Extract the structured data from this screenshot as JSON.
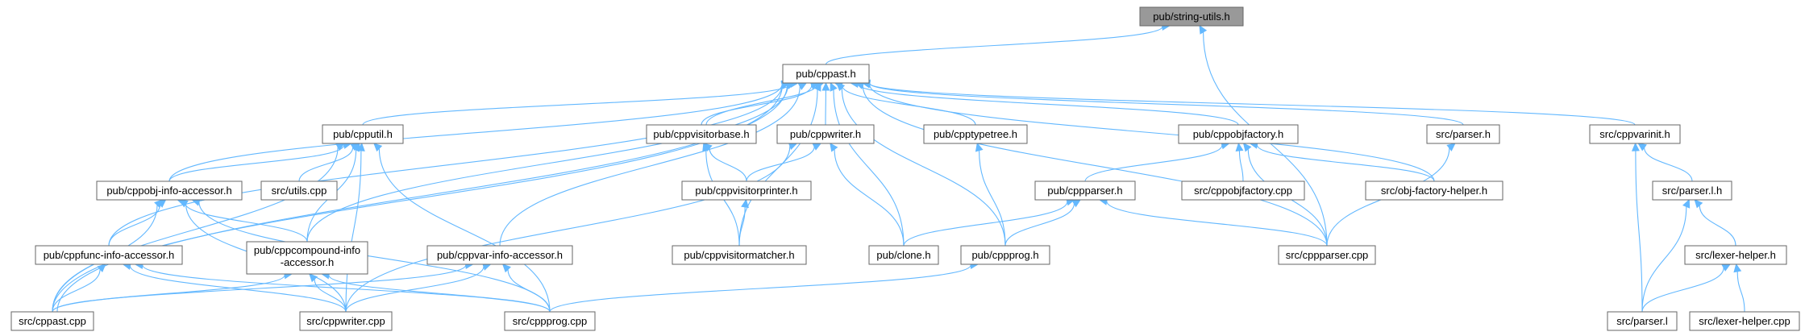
{
  "graph": {
    "nodes": [
      {
        "id": "string_utils",
        "label": "pub/string-utils.h",
        "root": true
      },
      {
        "id": "cppast_h",
        "label": "pub/cppast.h"
      },
      {
        "id": "cpputil",
        "label": "pub/cpputil.h"
      },
      {
        "id": "cppvisitorbase",
        "label": "pub/cppvisitorbase.h"
      },
      {
        "id": "cppwriter_h",
        "label": "pub/cppwriter.h"
      },
      {
        "id": "cpptypetree",
        "label": "pub/cpptypetree.h"
      },
      {
        "id": "cppobjfactory",
        "label": "pub/cppobjfactory.h"
      },
      {
        "id": "parser_h",
        "label": "src/parser.h"
      },
      {
        "id": "cppvarinit",
        "label": "src/cppvarinit.h"
      },
      {
        "id": "cppobj_info",
        "label": "pub/cppobj-info-accessor.h"
      },
      {
        "id": "utils_cpp",
        "label": "src/utils.cpp"
      },
      {
        "id": "cppvisitorprinter",
        "label": "pub/cppvisitorprinter.h"
      },
      {
        "id": "cppparser_h",
        "label": "pub/cppparser.h"
      },
      {
        "id": "cppobjfactory_cpp",
        "label": "src/cppobjfactory.cpp"
      },
      {
        "id": "obj_factory_helper",
        "label": "src/obj-factory-helper.h"
      },
      {
        "id": "parser_l_h",
        "label": "src/parser.l.h"
      },
      {
        "id": "cppfunc_info",
        "label": "pub/cppfunc-info-accessor.h"
      },
      {
        "id": "cppcompound_info",
        "label": "pub/cppcompound-info\n-accessor.h"
      },
      {
        "id": "cppvar_info",
        "label": "pub/cppvar-info-accessor.h"
      },
      {
        "id": "cppvisitormatcher",
        "label": "pub/cppvisitormatcher.h"
      },
      {
        "id": "clone_h",
        "label": "pub/clone.h"
      },
      {
        "id": "cppprog_h",
        "label": "pub/cppprog.h"
      },
      {
        "id": "cppparser_cpp",
        "label": "src/cppparser.cpp"
      },
      {
        "id": "lexer_helper_h",
        "label": "src/lexer-helper.h"
      },
      {
        "id": "cppast_cpp",
        "label": "src/cppast.cpp"
      },
      {
        "id": "cppwriter_cpp",
        "label": "src/cppwriter.cpp"
      },
      {
        "id": "cppprog_cpp",
        "label": "src/cppprog.cpp"
      },
      {
        "id": "parser_l",
        "label": "src/parser.l"
      },
      {
        "id": "lexer_helper_cpp",
        "label": "src/lexer-helper.cpp"
      }
    ],
    "edges": [
      [
        "cppast_h",
        "string_utils"
      ],
      [
        "cppparser_cpp",
        "string_utils"
      ],
      [
        "cpputil",
        "cppast_h"
      ],
      [
        "cppvisitorbase",
        "cppast_h"
      ],
      [
        "cppvisitorbase",
        "cppast_h"
      ],
      [
        "cppwriter_h",
        "cppast_h"
      ],
      [
        "cpptypetree",
        "cppast_h"
      ],
      [
        "cppobjfactory",
        "cppast_h"
      ],
      [
        "parser_h",
        "cppast_h"
      ],
      [
        "cppvarinit",
        "cppast_h"
      ],
      [
        "cppobj_info",
        "cppast_h"
      ],
      [
        "cppfunc_info",
        "cppast_h"
      ],
      [
        "cppcompound_info",
        "cppast_h"
      ],
      [
        "cppvar_info",
        "cppast_h"
      ],
      [
        "cppvisitormatcher",
        "cppast_h"
      ],
      [
        "clone_h",
        "cppast_h"
      ],
      [
        "cppprog_h",
        "cppast_h"
      ],
      [
        "cppparser_cpp",
        "cppast_h"
      ],
      [
        "obj_factory_helper",
        "cppast_h"
      ],
      [
        "cppast_cpp",
        "cppast_h"
      ],
      [
        "cppast_cpp",
        "cppast_h"
      ],
      [
        "cppobj_info",
        "cpputil"
      ],
      [
        "utils_cpp",
        "cpputil"
      ],
      [
        "cppcompound_info",
        "cpputil"
      ],
      [
        "cppast_cpp",
        "cpputil"
      ],
      [
        "cppwriter_cpp",
        "cpputil"
      ],
      [
        "cppprog_cpp",
        "cpputil"
      ],
      [
        "cppvisitorprinter",
        "cppvisitorbase"
      ],
      [
        "cppvisitormatcher",
        "cppvisitorbase"
      ],
      [
        "cppvisitorprinter",
        "cppwriter_h"
      ],
      [
        "clone_h",
        "cppwriter_h"
      ],
      [
        "cppwriter_cpp",
        "cppwriter_h"
      ],
      [
        "cppprog_h",
        "cpptypetree"
      ],
      [
        "cppparser_h",
        "cppobjfactory"
      ],
      [
        "cppobjfactory_cpp",
        "cppobjfactory"
      ],
      [
        "obj_factory_helper",
        "cppobjfactory"
      ],
      [
        "cppparser_cpp",
        "cppobjfactory"
      ],
      [
        "cppparser_cpp",
        "parser_h"
      ],
      [
        "parser_l_h",
        "cppvarinit"
      ],
      [
        "parser_l",
        "cppvarinit"
      ],
      [
        "cppfunc_info",
        "cppobj_info"
      ],
      [
        "cppcompound_info",
        "cppobj_info"
      ],
      [
        "cppast_cpp",
        "cppobj_info"
      ],
      [
        "cppwriter_cpp",
        "cppobj_info"
      ],
      [
        "cppprog_cpp",
        "cppobj_info"
      ],
      [
        "cppvisitormatcher",
        "cppvisitorprinter"
      ],
      [
        "clone_h",
        "cppparser_h"
      ],
      [
        "cppprog_h",
        "cppparser_h"
      ],
      [
        "cppparser_cpp",
        "cppparser_h"
      ],
      [
        "lexer_helper_h",
        "parser_l_h"
      ],
      [
        "parser_l",
        "parser_l_h"
      ],
      [
        "cppast_cpp",
        "cppfunc_info"
      ],
      [
        "cppwriter_cpp",
        "cppfunc_info"
      ],
      [
        "cppprog_cpp",
        "cppfunc_info"
      ],
      [
        "cppast_cpp",
        "cppcompound_info"
      ],
      [
        "cppwriter_cpp",
        "cppcompound_info"
      ],
      [
        "cppprog_cpp",
        "cppcompound_info"
      ],
      [
        "cppast_cpp",
        "cppvar_info"
      ],
      [
        "cppwriter_cpp",
        "cppvar_info"
      ],
      [
        "cppprog_cpp",
        "cppvar_info"
      ],
      [
        "cppprog_cpp",
        "cppprog_h"
      ],
      [
        "parser_l",
        "lexer_helper_h"
      ],
      [
        "lexer_helper_cpp",
        "lexer_helper_h"
      ]
    ]
  }
}
